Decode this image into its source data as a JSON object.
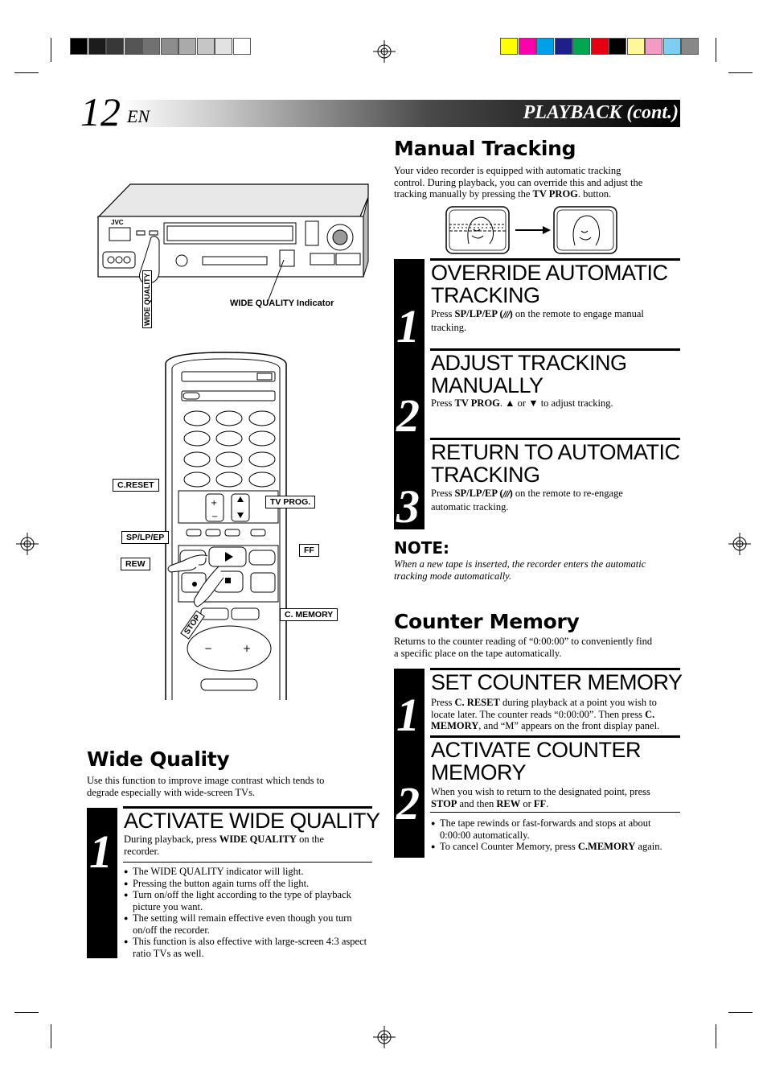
{
  "header": {
    "page_number": "12",
    "page_suffix": "EN",
    "section": "PLAYBACK (cont.)"
  },
  "colors": {
    "swatches_gray": [
      "#000000",
      "#1c1c1c",
      "#383838",
      "#555555",
      "#717171",
      "#8d8d8d",
      "#aaaaaa",
      "#c6c6c6",
      "#e2e2e2",
      "#ffffff"
    ],
    "swatches_color": [
      "#ffff00",
      "#ff00aa",
      "#00a0e9",
      "#1d2088",
      "#00a650",
      "#e60012",
      "#000000",
      "#fff799",
      "#f39bc6",
      "#7ecef4",
      "#888888"
    ]
  },
  "manual_tracking": {
    "title": "Manual Tracking",
    "intro_1": "Your video recorder is equipped with automatic tracking",
    "intro_2": "control. During playback, you can override this and adjust the",
    "intro_3": "tracking manually by pressing the",
    "intro_bold": "TV PROG",
    "intro_end": ". button.",
    "steps": [
      {
        "number": "1",
        "heading_1": "OVERRIDE AUTOMATIC",
        "heading_2": "TRACKING",
        "text_pre": "Press",
        "text_bold": "SP/LP/EP (",
        "text_bold2": ")",
        "text_post": "on the remote to engage manual",
        "text_line2": "tracking."
      },
      {
        "number": "2",
        "heading_1": "ADJUST TRACKING",
        "heading_2": "MANUALLY",
        "text_pre": "Press",
        "text_bold": "TV PROG",
        "text_post": ". ▲ or ▼ to adjust tracking."
      },
      {
        "number": "3",
        "heading_1": "RETURN TO AUTOMATIC",
        "heading_2": "TRACKING",
        "text_pre": "Press",
        "text_bold": "SP/LP/EP (",
        "text_bold2": ")",
        "text_post": "on the remote to re-engage",
        "text_line2": "automatic tracking."
      }
    ],
    "note_title": "NOTE:",
    "note_1": "When a new tape is inserted, the recorder enters the automatic",
    "note_2": "tracking mode automatically."
  },
  "counter_memory": {
    "title": "Counter Memory",
    "intro_1": "Returns to the counter reading of “0:00:00” to conveniently find",
    "intro_2": "a specific place on the tape automatically.",
    "steps": [
      {
        "number": "1",
        "heading_1": "SET COUNTER MEMORY",
        "l1_pre": "Press",
        "l1_bold": "C. RESET",
        "l1_post": "during playback at a point you wish to",
        "l2_pre": "locate later. The counter reads “0:00:00”. Then press",
        "l2_bold": "C.",
        "l3_bold": "MEMORY",
        "l3_post": ", and “M” appears on the front display panel."
      },
      {
        "number": "2",
        "heading_1": "ACTIVATE COUNTER",
        "heading_2": "MEMORY",
        "l1": "When you wish to return to the designated point, press",
        "l2_bold1": "STOP",
        "l2_mid": "and then",
        "l2_bold2": "REW",
        "l2_or": "or",
        "l2_bold3": "FF",
        "l2_end": ".",
        "bullet_1a": "The tape rewinds or fast-forwards and stops at about",
        "bullet_1b": "0:00:00 automatically.",
        "bullet_2_pre": "To cancel Counter Memory, press",
        "bullet_2_bold": "C.MEMORY",
        "bullet_2_post": "again."
      }
    ]
  },
  "wide_quality": {
    "title": "Wide Quality",
    "intro_1": "Use this function to improve image contrast which tends to",
    "intro_2": "degrade especially with wide-screen TVs.",
    "step_number": "1",
    "step_heading": "ACTIVATE WIDE QUALITY",
    "step_pre": "During playback, press",
    "step_bold": "WIDE QUALITY",
    "step_post": "on the",
    "step_line2": "recorder.",
    "bullets": [
      "The WIDE QUALITY indicator will light.",
      "Pressing the button again turns off the light.",
      "Turn on/off the light according to the type of playback picture you want.",
      "The setting will remain effective even though you turn on/off the recorder.",
      "This function is also effective with large-screen 4:3 aspect ratio TVs as well."
    ]
  },
  "illustration": {
    "vcr_brand": "JVC",
    "vcr_button_label": "WIDE QUALITY",
    "vcr_indicator_label": "WIDE QUALITY Indicator",
    "remote_labels": {
      "c_reset": "C.RESET",
      "tv_prog": "TV PROG.",
      "sp_lp_ep": "SP/LP/EP",
      "ff": "FF",
      "rew": "REW",
      "stop": "STOP",
      "c_memory": "C. MEMORY"
    }
  }
}
